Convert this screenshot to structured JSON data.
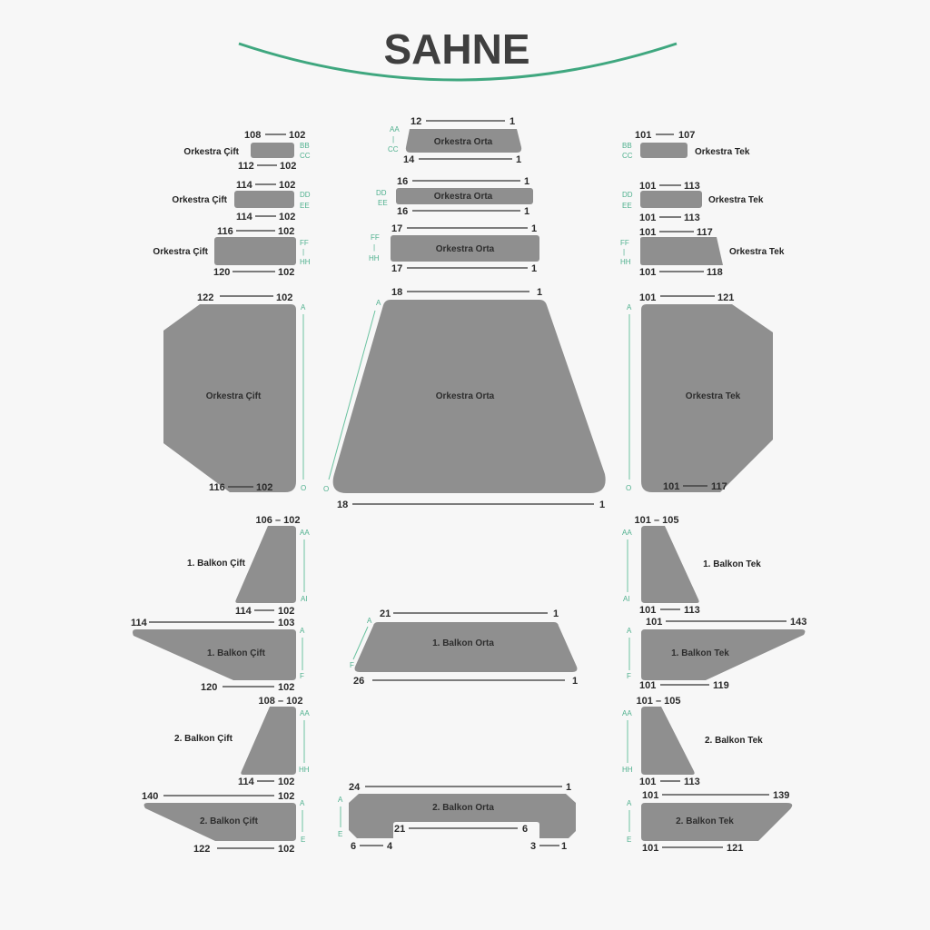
{
  "stage": {
    "title": "SAHNE",
    "arc_color": "#3fa77f"
  },
  "colors": {
    "block": "#8f8f8f",
    "row_letter": "#4fb08e"
  },
  "sections": {
    "oc1": {
      "label": "Orkestra Çift",
      "top_left": "108",
      "top_right": "102",
      "bottom_left": "112",
      "bottom_right": "102",
      "row_top": "BB",
      "row_bottom": "CC"
    },
    "oc2": {
      "label": "Orkestra Çift",
      "top_left": "114",
      "top_right": "102",
      "bottom_left": "114",
      "bottom_right": "102",
      "row_top": "DD",
      "row_bottom": "EE"
    },
    "oc3": {
      "label": "Orkestra Çift",
      "top_left": "116",
      "top_right": "102",
      "bottom_left": "120",
      "bottom_right": "102",
      "row_top": "FF",
      "row_mid": "|",
      "row_bottom": "HH"
    },
    "ocb": {
      "label": "Orkestra Çift",
      "top_left": "122",
      "top_right": "102",
      "bottom_left": "116",
      "bottom_right": "102",
      "row_top": "A",
      "row_bottom": "O"
    },
    "oo1": {
      "label": "Orkestra Orta",
      "top_left": "12",
      "top_right": "1",
      "bottom_left": "14",
      "bottom_right": "1",
      "row_top": "AA",
      "row_mid": "|",
      "row_bottom": "CC"
    },
    "oo2": {
      "label": "Orkestra Orta",
      "top_left": "16",
      "top_right": "1",
      "bottom_left": "16",
      "bottom_right": "1",
      "row_top": "DD",
      "row_bottom": "EE"
    },
    "oo3": {
      "label": "Orkestra Orta",
      "top_left": "17",
      "top_right": "1",
      "bottom_left": "17",
      "bottom_right": "1",
      "row_top": "FF",
      "row_mid": "|",
      "row_bottom": "HH"
    },
    "oob": {
      "label": "Orkestra Orta",
      "top_left": "18",
      "top_right": "1",
      "bottom_left": "18",
      "bottom_right": "1",
      "row_top": "A",
      "row_bottom": "O"
    },
    "ot1": {
      "label": "Orkestra Tek",
      "top_left": "101",
      "top_right": "107",
      "row_top": "BB",
      "row_bottom": "CC"
    },
    "ot2": {
      "label": "Orkestra Tek",
      "top_left": "101",
      "top_right": "113",
      "bottom_left": "101",
      "bottom_right": "113",
      "row_top": "DD",
      "row_bottom": "EE"
    },
    "ot3": {
      "label": "Orkestra Tek",
      "top_left": "101",
      "top_right": "117",
      "bottom_left": "101",
      "bottom_right": "118",
      "row_top": "FF",
      "row_mid": "|",
      "row_bottom": "HH"
    },
    "otb": {
      "label": "Orkestra Tek",
      "top_left": "101",
      "top_right": "121",
      "bottom_left": "101",
      "bottom_right": "117",
      "row_top": "A",
      "row_bottom": "O"
    },
    "b1c_up": {
      "label": "1. Balkon Çift",
      "top": "106 – 102",
      "bottom_left": "114",
      "bottom_right": "102",
      "row_top": "AA",
      "row_bottom": "AI"
    },
    "b1c": {
      "label": "1. Balkon Çift",
      "top_left": "114",
      "top_right": "103",
      "bottom_left": "120",
      "bottom_right": "102",
      "row_top": "A",
      "row_bottom": "F"
    },
    "b1o": {
      "label": "1. Balkon Orta",
      "top_left": "21",
      "top_right": "1",
      "bottom_left": "26",
      "bottom_right": "1",
      "row_top": "A",
      "row_bottom": "F"
    },
    "b1t_up": {
      "label": "1. Balkon Tek",
      "top": "101 – 105",
      "bottom_left": "101",
      "bottom_right": "113",
      "row_top": "AA",
      "row_bottom": "AI"
    },
    "b1t": {
      "label": "1. Balkon Tek",
      "top_left": "101",
      "top_right": "143",
      "bottom_left": "101",
      "bottom_right": "119",
      "row_top": "A",
      "row_bottom": "F"
    },
    "b2c_up": {
      "label": "2. Balkon Çift",
      "top": "108 – 102",
      "bottom_left": "114",
      "bottom_right": "102",
      "row_top": "AA",
      "row_bottom": "HH"
    },
    "b2c": {
      "label": "2. Balkon Çift",
      "top_left": "140",
      "top_right": "102",
      "bottom_left": "122",
      "bottom_right": "102",
      "row_top": "A",
      "row_bottom": "E"
    },
    "b2o": {
      "label": "2. Balkon Orta",
      "top_left": "24",
      "top_right": "1",
      "inner_left": "21",
      "inner_right": "6",
      "bl_left": "6",
      "bl_right": "4",
      "br_left": "3",
      "br_right": "1",
      "row_top": "A",
      "row_bottom": "E"
    },
    "b2t_up": {
      "label": "2. Balkon Tek",
      "top": "101 – 105",
      "bottom_left": "101",
      "bottom_right": "113",
      "row_top": "AA",
      "row_bottom": "HH"
    },
    "b2t": {
      "label": "2. Balkon Tek",
      "top_left": "101",
      "top_right": "139",
      "bottom_left": "101",
      "bottom_right": "121",
      "row_top": "A",
      "row_bottom": "E"
    }
  }
}
